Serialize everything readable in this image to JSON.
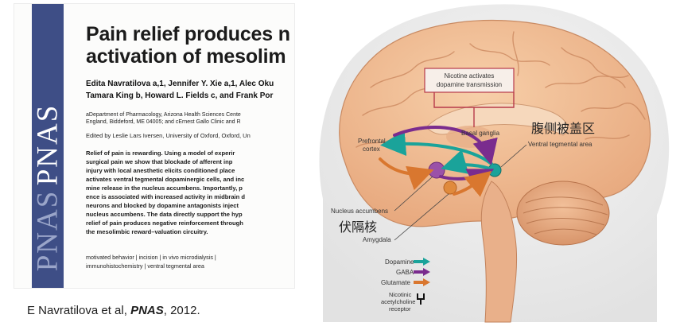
{
  "paper": {
    "journal_logo": "PNAS",
    "title_line1": "Pain relief produces n",
    "title_line2": "activation of mesolim",
    "authors_line1": "Edita Navratilova a,1, Jennifer Y. Xie a,1, Alec Oku",
    "authors_line2": "Tamara King b, Howard L. Fields c, and Frank Por",
    "affiliation_line1": "aDepartment of Pharmacology, Arizona Health Sciences Cente",
    "affiliation_line2": "England, Biddeford, ME 04005; and cErnest Gallo Clinic and R",
    "edited_by": "Edited by Leslie Lars Iversen, University of Oxford, Oxford, Un",
    "abstract_lines": [
      "Relief of pain is rewarding. Using a model of experir",
      "surgical pain we show that blockade of afferent inp",
      "injury with local anesthetic elicits conditioned place",
      "activates ventral tegmental dopaminergic cells, and inc",
      "mine release in the nucleus accumbens. Importantly, p",
      "ence is associated with increased activity in midbrain d",
      "neurons and blocked by dopamine antagonists inject",
      "nucleus accumbens. The data directly support the hyp",
      "relief of pain produces negative reinforcement through",
      "the mesolimbic reward–valuation circuitry."
    ],
    "keywords_line1": "motivated behavior | incision | in vivo microdialysis |",
    "keywords_line2": "immunohistochemistry | ventral tegmental area"
  },
  "citation": {
    "prefix": "E Navratilova et al, ",
    "journal": "PNAS",
    "suffix": ", 2012."
  },
  "figure": {
    "callout_line1": "Nicotine activates",
    "callout_line2": "dopamine transmission",
    "label_basal_ganglia": "Basal ganglia",
    "label_prefrontal_line1": "Prefrontal",
    "label_prefrontal_line2": "cortex",
    "label_vta": "Ventral tegmental area",
    "label_vta_cn": "腹侧被盖区",
    "label_nucleus_accumbens": "Nucleus accumbens",
    "label_nucleus_accumbens_cn": "伏隔核",
    "label_amygdala": "Amygdala",
    "legend": {
      "dopamine": "Dopamine",
      "gaba": "GABA",
      "glutamate": "Glutamate",
      "nicotinic_line1": "Nicotinic",
      "nicotinic_line2": "acetylcholine",
      "nicotinic_line3": "receptor"
    },
    "colors": {
      "dopamine": "#1aa39a",
      "gaba": "#7a2c8e",
      "glutamate": "#d9772f",
      "callout": "#b73a4a",
      "pnas_band": "#3e4e86"
    }
  }
}
